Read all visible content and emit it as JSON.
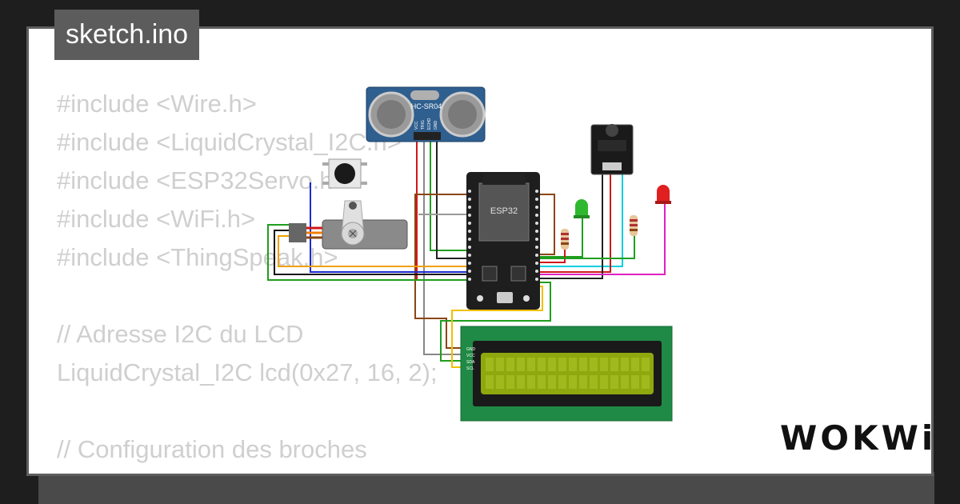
{
  "file_tab": {
    "title": "sketch.ino"
  },
  "code_lines": [
    "#include <Wire.h>",
    "#include <LiquidCrystal_I2C.h>",
    "#include <ESP32Servo.h>",
    "#include <WiFi.h>",
    "#include <ThingSpeak.h>",
    "",
    "// Adresse I2C du LCD",
    "LiquidCrystal_I2C lcd(0x27, 16, 2);",
    "",
    "// Configuration des broches"
  ],
  "components": {
    "ultrasonic_label": "HC-SR04",
    "ultrasonic_pins": [
      "VCC",
      "TRIG",
      "ECHO",
      "GND"
    ],
    "mcu_label": "ESP32",
    "lcd_pins": [
      "GND",
      "VCC",
      "SDA",
      "SCL"
    ]
  },
  "brand": {
    "logo": "WOKWi"
  },
  "colors": {
    "background": "#1e1e1e",
    "card": "#ffffff",
    "tab": "#5c5c5c",
    "code_text": "#cfcfcf",
    "lcd_board": "#1f8a45",
    "lcd_screen": "#8ea80d",
    "sensor_blue": "#2f5f8f",
    "led_green": "#2fb82f",
    "led_red": "#e02020"
  }
}
